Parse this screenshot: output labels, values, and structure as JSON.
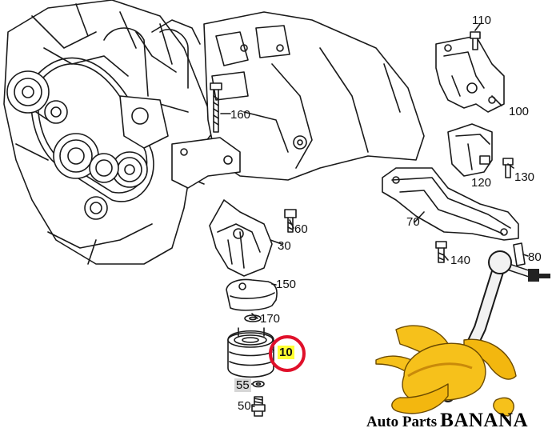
{
  "callouts": [
    "110",
    "100",
    "160",
    "130",
    "120",
    "70",
    "60",
    "30",
    "80",
    "140",
    "150",
    "170",
    "10",
    "55",
    "50"
  ],
  "highlighted_callout": "10",
  "brand": {
    "prefix": "Auto Parts",
    "name": "BANANA"
  },
  "colors": {
    "line": "#1a1a1a",
    "highlight": "#ffff33",
    "ring": "#e0102a",
    "banana": "#f6c11b",
    "banana_dark": "#c98a0a",
    "label_grey": "#d6d6d6"
  }
}
